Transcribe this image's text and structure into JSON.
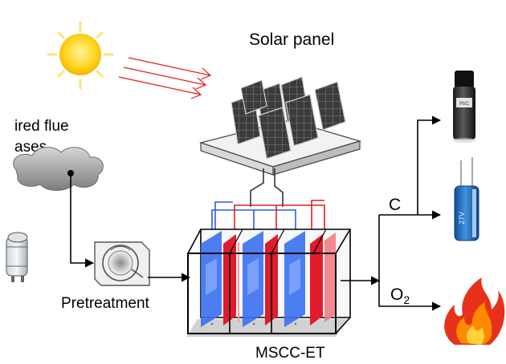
{
  "labels": {
    "solar_panel": "Solar panel",
    "flue_gases_line1": "ired flue",
    "flue_gases_line2": "ases",
    "pretreatment": "Pretreatment",
    "reactor": "MSCC-ET",
    "carbon": "C",
    "oxygen_base": "O",
    "oxygen_sub": "2",
    "vial_label": "Pt/C",
    "capacitor_label": "27V"
  },
  "colors": {
    "sun": "#ffd21a",
    "sun_rays": "#ffe27a",
    "light_arrows": "#e02020",
    "panel_cell": "#3a3a3a",
    "panel_grid": "#9aa0a8",
    "electrode_blue": "#3a6ff0",
    "electrode_red": "#e11b2b",
    "wire_blue": "#2a5fd8",
    "wire_red": "#e02020",
    "capacitor": "#1f74c8",
    "flame_outer": "#e8311a",
    "flame_inner": "#ffb400",
    "cloud": "#9a9a9a"
  }
}
